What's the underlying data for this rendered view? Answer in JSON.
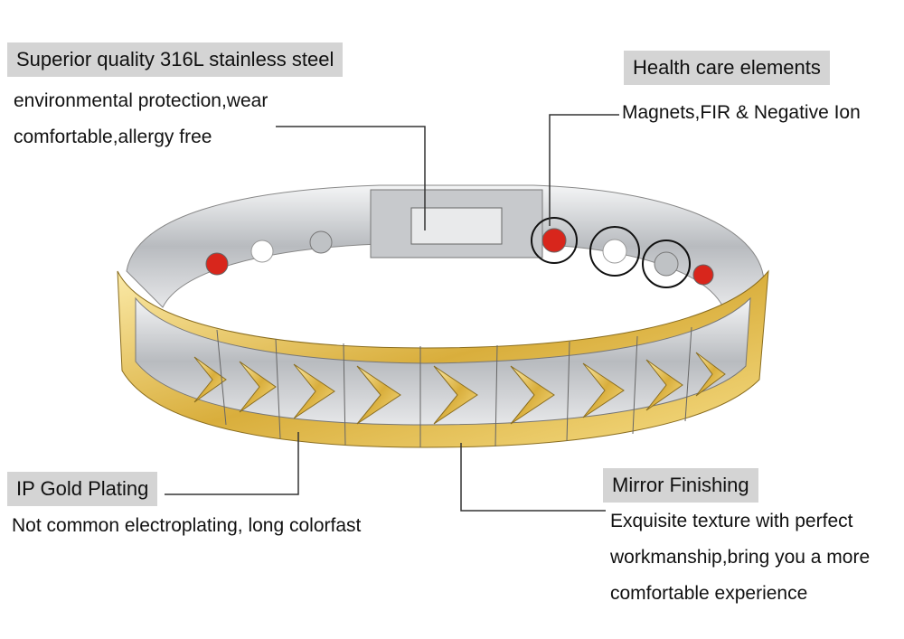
{
  "callouts": {
    "steel": {
      "title": "Superior quality 316L stainless steel",
      "lines": [
        "environmental protection,wear",
        "comfortable,allergy free"
      ]
    },
    "health": {
      "title": "Health care elements",
      "lines": [
        "Magnets,FIR & Negative Ion"
      ]
    },
    "gold": {
      "title": "IP Gold Plating",
      "lines": [
        "Not common electroplating, long colorfast"
      ]
    },
    "mirror": {
      "title": "Mirror Finishing",
      "lines": [
        "Exquisite texture with perfect",
        "workmanship,bring you a more",
        "comfortable experience"
      ]
    }
  },
  "colors": {
    "label_bg": "#d4d4d4",
    "gold": "#e2c25c",
    "silver": "#cfd1d4",
    "magnet_red": "#d8261c",
    "line": "#333333"
  }
}
